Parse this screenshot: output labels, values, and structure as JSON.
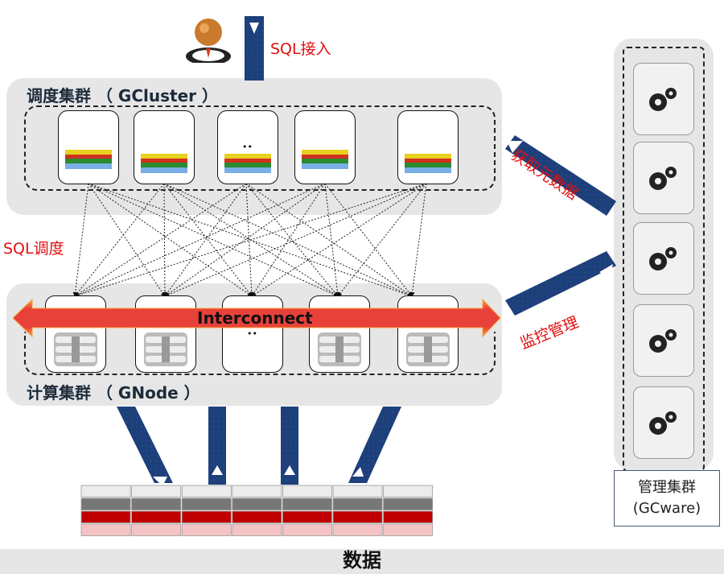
{
  "top_label": "SQL接入",
  "gcluster": {
    "title": "调度集群 （ GCluster ）",
    "nodes": 5,
    "ellipsis": "••"
  },
  "labels": {
    "sql_schedule": "SQL调度",
    "get_metadata": "获取元数据",
    "monitor": "监控管理",
    "interconnect": "Interconnect"
  },
  "gnode": {
    "title": "计算集群 （ GNode ）",
    "ellipsis": "••"
  },
  "gcware": {
    "title_line1": "管理集群",
    "title_line2": "(GCware)",
    "boxes": 5
  },
  "data_label": "数据",
  "colors": {
    "panel": "#e6e6e6",
    "arrow_blue": "#1d3f7a",
    "interconnect_red": "#e8413a",
    "interconnect_orange": "#f5a33b",
    "text_red": "#e01010"
  }
}
